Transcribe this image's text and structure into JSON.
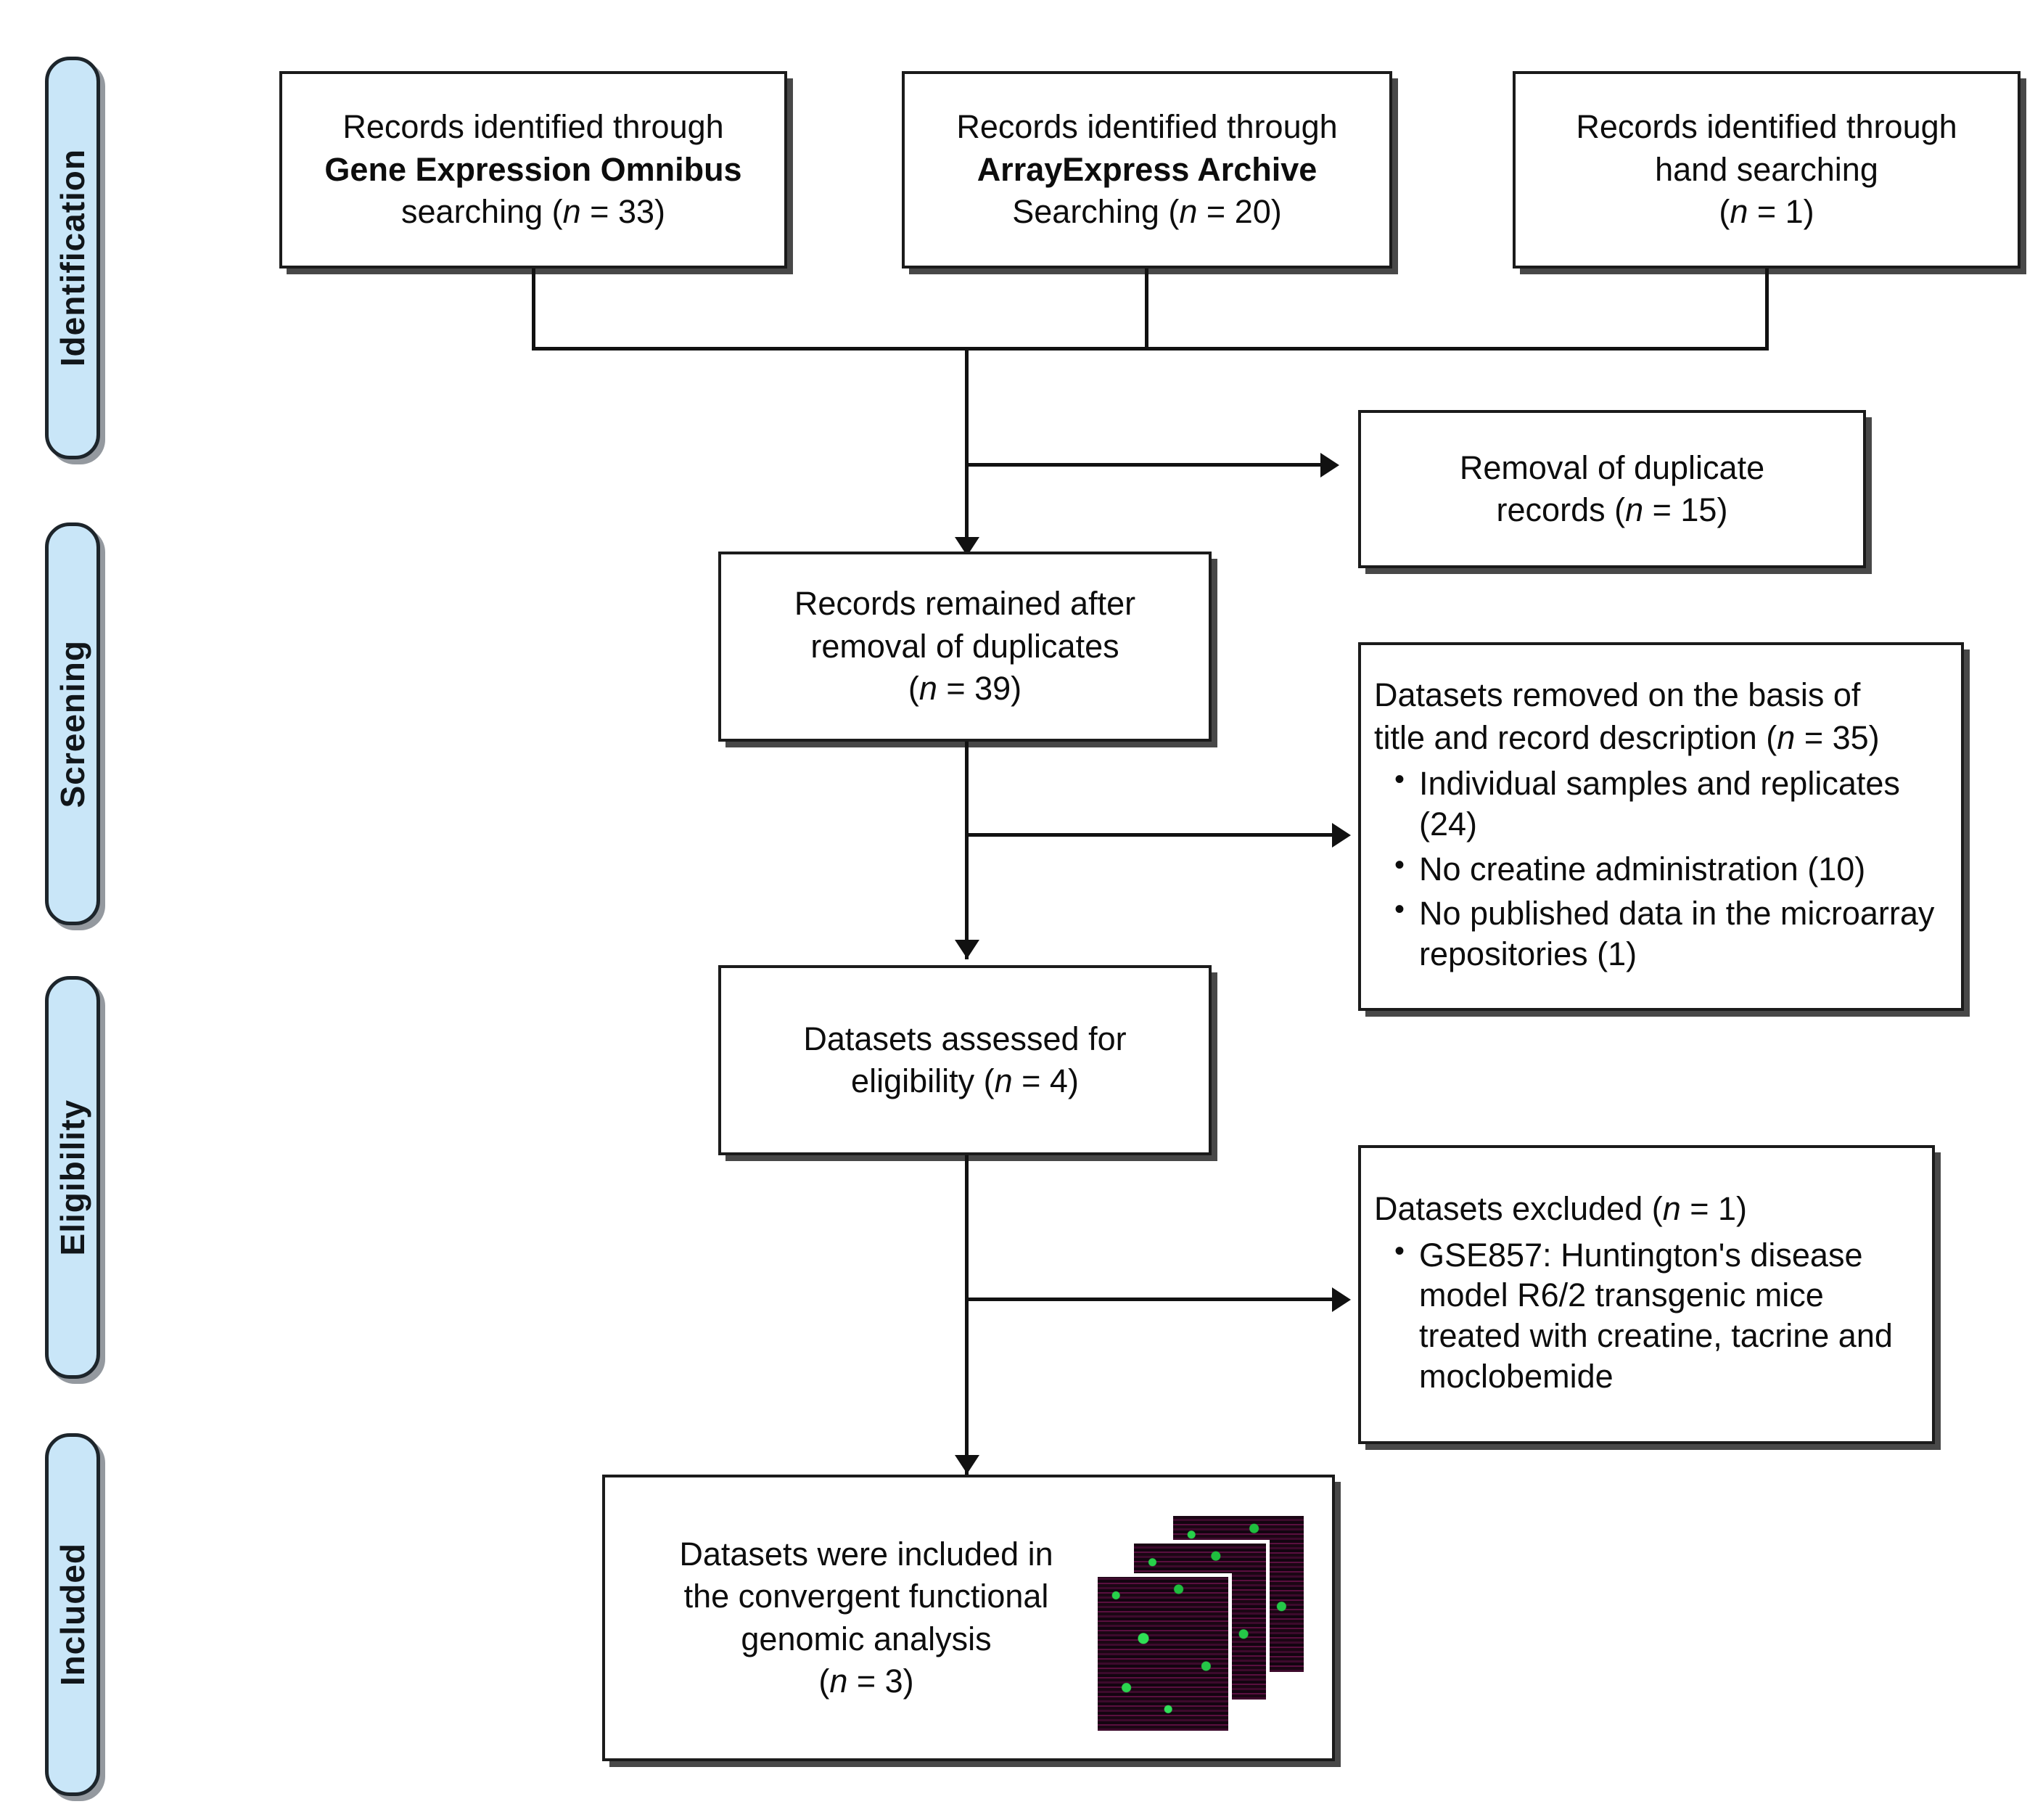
{
  "stages": [
    {
      "label": "Identification"
    },
    {
      "label": "Screening"
    },
    {
      "label": "Eligibility"
    },
    {
      "label": "Included"
    }
  ],
  "boxes": {
    "geo": {
      "line1": "Records identified through",
      "line2": "Gene Expression Omnibus",
      "line3_pre": "searching (",
      "line3_n": "n",
      "line3_post": " = 33)"
    },
    "arrayexpress": {
      "line1": "Records identified through",
      "line2": "ArrayExpress Archive",
      "line3_pre": "Searching (",
      "line3_n": "n",
      "line3_post": " = 20)"
    },
    "hand": {
      "line1": "Records identified through",
      "line2": "hand searching",
      "line3_pre": "(",
      "line3_n": "n",
      "line3_post": " = 1)"
    },
    "duplicates_removed": {
      "line1": "Removal of duplicate",
      "line2_pre": "records (",
      "line2_n": "n",
      "line2_post": " = 15)"
    },
    "records_remained": {
      "line1": "Records remained after",
      "line2": "removal of duplicates",
      "line3_pre": "(",
      "line3_n": "n",
      "line3_post": " = 39)"
    },
    "datasets_removed": {
      "line1": "Datasets removed on the basis of",
      "line2_pre": "title and record description (",
      "line2_n": "n",
      "line2_post": " = 35)",
      "bullets": [
        "Individual samples and replicates (24)",
        "No creatine administration (10)",
        "No published data in the microarray repositories (1)"
      ]
    },
    "assessed": {
      "line1": "Datasets assessed for",
      "line2_pre": "eligibility (",
      "line2_n": "n",
      "line2_post": " = 4)"
    },
    "excluded": {
      "line1_pre": "Datasets excluded (",
      "line1_n": "n",
      "line1_post": " = 1)",
      "bullets": [
        "GSE857: Huntington's disease model R6/2 transgenic mice treated with creatine, tacrine and moclobemide"
      ]
    },
    "included": {
      "line1": "Datasets were included in",
      "line2": "the convergent functional",
      "line3": "genomic analysis",
      "line4_pre": "(",
      "line4_n": "n",
      "line4_post": " = 3)"
    }
  },
  "colors": {
    "stage_fill": "#c9e6f8",
    "stage_border": "#1d252b",
    "box_border": "#1b1b1b",
    "connector": "#111111",
    "array_magenta": "#8b1263",
    "array_green": "#2bd54f"
  }
}
